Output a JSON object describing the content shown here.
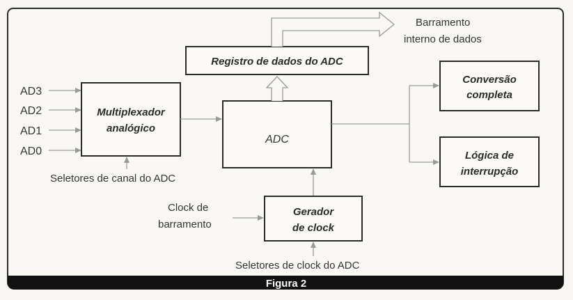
{
  "diagram": {
    "inputs": {
      "ad3": "AD3",
      "ad2": "AD2",
      "ad1": "AD1",
      "ad0": "AD0"
    },
    "blocks": {
      "multiplexer_line1": "Multiplexador",
      "multiplexer_line2": "analógico",
      "adc": "ADC",
      "data_register": "Registro de dados do ADC",
      "clock_generator_line1": "Gerador",
      "clock_generator_line2": "de clock",
      "conversion_complete_line1": "Conversão",
      "conversion_complete_line2": "completa",
      "interrupt_logic_line1": "Lógica de",
      "interrupt_logic_line2": "interrupção"
    },
    "labels": {
      "bus_line1": "Barramento",
      "bus_line2": "interno de dados",
      "channel_selectors": "Seletores de canal do ADC",
      "bus_clock_line1": "Clock de",
      "bus_clock_line2": "barramento",
      "clock_selectors": "Seletores de clock do ADC"
    },
    "caption": "Figura 2"
  }
}
